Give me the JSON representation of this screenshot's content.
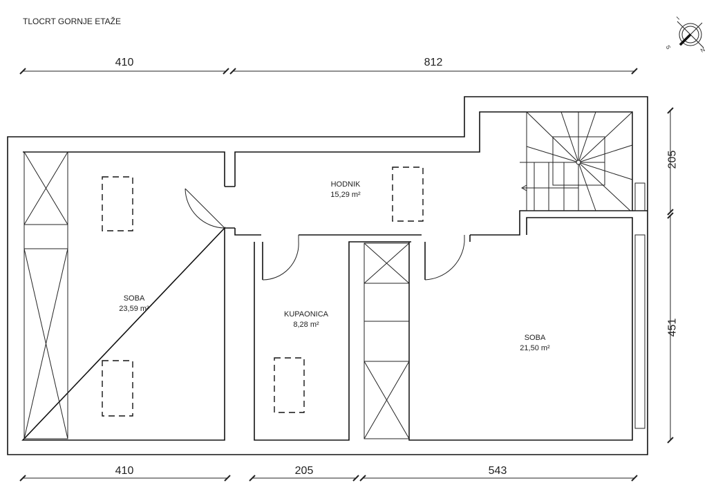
{
  "title": "TLOCRT GORNJE ETAŽE",
  "compass": {
    "labels": [
      "S",
      "N",
      "I"
    ]
  },
  "rooms": [
    {
      "name": "SOBA",
      "area": "23,59 m²"
    },
    {
      "name": "HODNIK",
      "area": "15,29 m²"
    },
    {
      "name": "KUPAONICA",
      "area": "8,28 m²"
    },
    {
      "name": "SOBA",
      "area": "21,50 m²"
    }
  ],
  "dimensions": {
    "top": [
      "410",
      "812"
    ],
    "bottom": [
      "410",
      "205",
      "543"
    ],
    "right": [
      "205",
      "451"
    ]
  }
}
